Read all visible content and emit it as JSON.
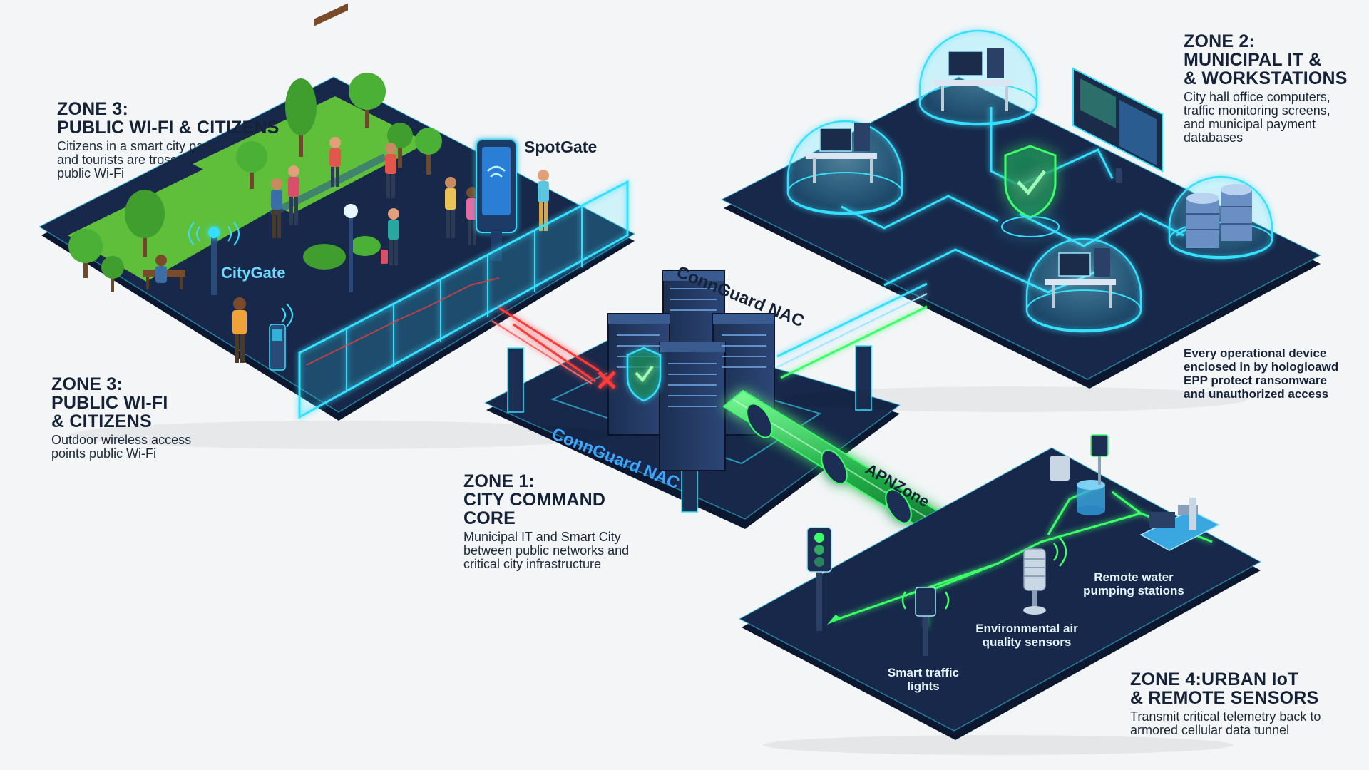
{
  "zones": {
    "zone3_top": {
      "title_line1": "ZONE 3:",
      "title_line2": "PUBLIC WI-FI & CITIZENS",
      "desc_line1": "Citizens in a smart city park",
      "desc_line2": "and tourists are tross",
      "desc_line3": "public Wi-Fi"
    },
    "zone3_bottom": {
      "title_line1": "ZONE 3:",
      "title_line2": "PUBLIC WI-FI",
      "title_line3": "& CITIZENS",
      "desc_line1": "Outdoor wireless access",
      "desc_line2": "points public Wi-Fi"
    },
    "zone2": {
      "title_line1": "ZONE 2:",
      "title_line2": "MUNICIPAL IT &",
      "title_line3": "& WORKSTATIONS",
      "desc_line1": "City hall office computers,",
      "desc_line2": "traffic monitoring screens,",
      "desc_line3": "and municipal payment",
      "desc_line4": "databases"
    },
    "zone1": {
      "title_line1": "ZONE 1:",
      "title_line2": "CITY COMMAND",
      "title_line3": "CORE",
      "desc_line1": "Municipal IT and Smart City",
      "desc_line2": "between public networks and",
      "desc_line3": "critical city infrastructure"
    },
    "zone4": {
      "title_line1": "ZONE 4:URBAN IoT",
      "title_line2": "& REMOTE SENSORS",
      "desc_line1": "Transmit critical telemetry back to",
      "desc_line2": "armored cellular data tunnel"
    }
  },
  "labels": {
    "spotgate": "SpotGate",
    "citygate": "CityGate",
    "connguard_top": "ConnGuard NAC",
    "connguard_bottom": "ConnGuard NAC",
    "apnzone": "APNZone",
    "epp_line1": "Every operational device",
    "epp_line2": "enclosed in by hologloawd",
    "epp_line3": "EPP protect ransomware",
    "epp_line4": "and unauthorized access",
    "remote_water_line1": "Remote water",
    "remote_water_line2": "pumping stations",
    "env_air_line1": "Environmental air",
    "env_air_line2": "quality sensors",
    "traffic_line1": "Smart traffic",
    "traffic_line2": "lights"
  },
  "colors": {
    "platform": "#17284a",
    "platform_edge": "#0c1730",
    "glow_cyan": "#35e0ff",
    "glow_green": "#3dff6a",
    "block_red": "#ff3b3b",
    "grass": "#5fbf3a",
    "text_dark": "#152238"
  }
}
